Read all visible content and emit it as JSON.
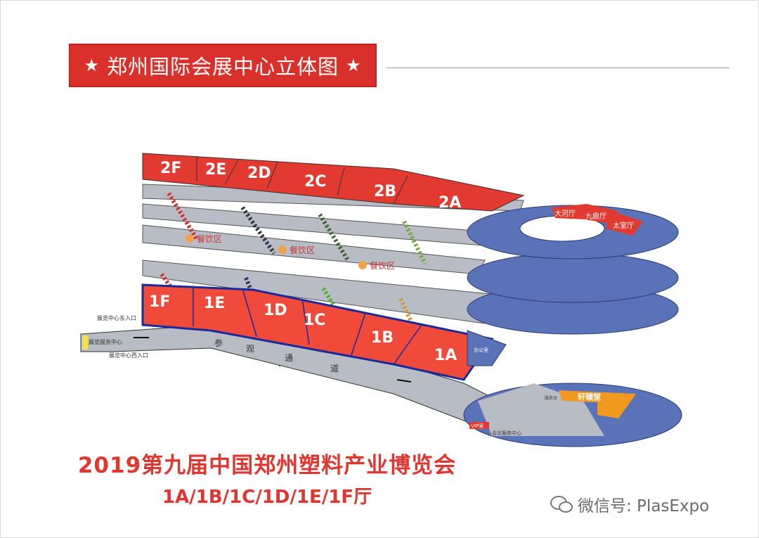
{
  "header": {
    "title": "郑州国际会展中心立体图",
    "star": "★"
  },
  "halls_2f": [
    "2F",
    "2E",
    "2D",
    "2C",
    "2B",
    "2A"
  ],
  "halls_1f": [
    "1F",
    "1E",
    "1D",
    "1C",
    "1B",
    "1A"
  ],
  "dining": [
    "餐饮区",
    "餐饮区",
    "餐饮区"
  ],
  "conference_halls": [
    "大河厅",
    "九鼎厅",
    "太室厅"
  ],
  "labels": {
    "east_entrance": "展览中心东入口",
    "west_entrance": "展览中心西入口",
    "service_center": "展览服务中心",
    "walkway": [
      "参",
      "观",
      "通",
      "道"
    ],
    "office": "办公室",
    "xuanyuan": "轩辕堂",
    "vip": "VIP室",
    "meeting_service": "会议服务中心",
    "service_desk": "服务台"
  },
  "footer": {
    "event": "2019第九届中国郑州塑料产业博览会",
    "halls": "1A/1B/1C/1D/1E/1F厅",
    "wechat": "微信号: PlasExpo"
  },
  "colors": {
    "red": "#e23a30",
    "grey": "#b8bcc4",
    "blue": "#5a72b8",
    "orange": "#f29a20",
    "navy": "#1a2a9a"
  }
}
